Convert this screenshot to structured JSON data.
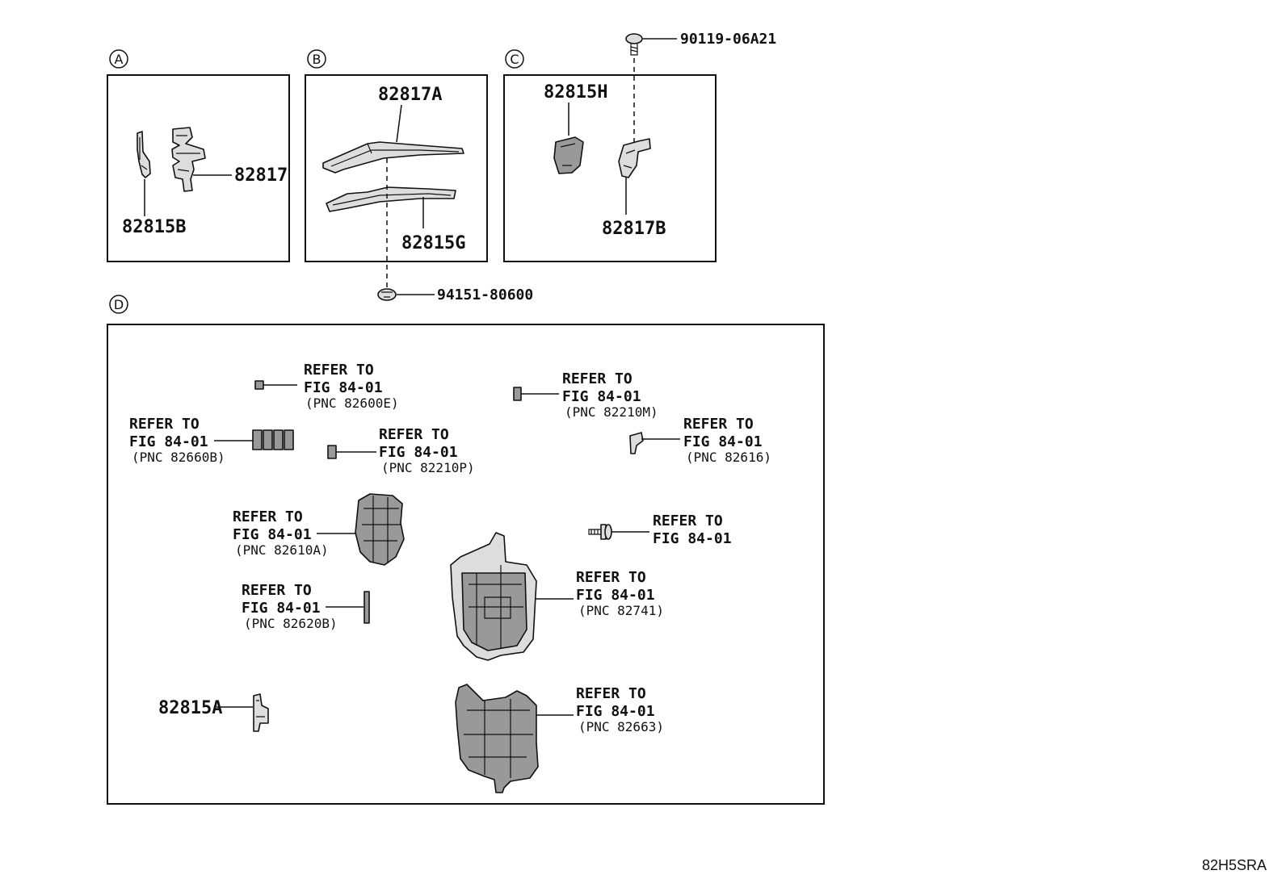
{
  "sections": {
    "a": {
      "marker": "A",
      "labels": {
        "part_82817": "82817",
        "part_82815b": "82815B"
      }
    },
    "b": {
      "marker": "B",
      "labels": {
        "part_82817a": "82817A",
        "part_82815g": "82815G"
      }
    },
    "c": {
      "marker": "C",
      "labels": {
        "part_82815h": "82815H",
        "part_82817b": "82817B"
      }
    },
    "d": {
      "marker": "D",
      "labels": {
        "part_82815a": "82815A"
      }
    }
  },
  "fasteners": {
    "bolt_top": "90119-06A21",
    "clip_bottom": "94151-80600"
  },
  "refer": {
    "refer_to": "REFER TO",
    "fig": "FIG 84-01",
    "pnc_82600e": "(PNC 82600E)",
    "pnc_82210m": "(PNC 82210M)",
    "pnc_82660b": "(PNC 82660B)",
    "pnc_82210p": "(PNC 82210P)",
    "pnc_82616": "(PNC 82616)",
    "pnc_82610a": "(PNC 82610A)",
    "pnc_82620b": "(PNC 82620B)",
    "pnc_82741": "(PNC 82741)",
    "pnc_82663": "(PNC 82663)"
  },
  "figure_code": "82H5SRA"
}
